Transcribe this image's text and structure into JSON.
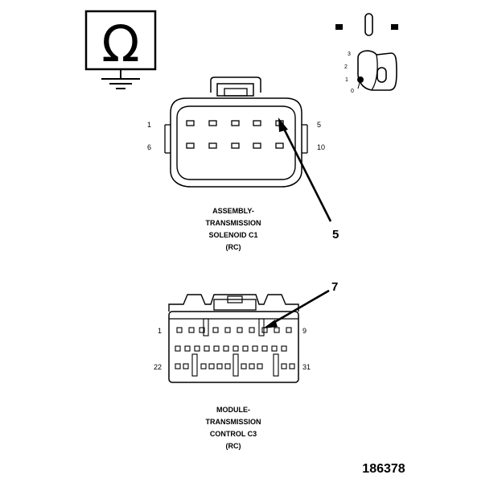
{
  "ohmmeter": {
    "symbol": "Ω"
  },
  "ignition_key": {
    "positions": [
      "3",
      "2",
      "1",
      "0"
    ]
  },
  "connector_c1": {
    "pin_first_top": "1",
    "pin_last_top": "5",
    "pin_first_bottom": "6",
    "pin_last_bottom": "10",
    "label_lines": [
      "ASSEMBLY-",
      "TRANSMISSION",
      "SOLENOID C1",
      "(RC)"
    ]
  },
  "connector_c3": {
    "pin_first_top": "1",
    "pin_last_top": "9",
    "pin_first_bottom": "22",
    "pin_last_bottom": "31",
    "label_lines": [
      "MODULE-",
      "TRANSMISSION",
      "CONTROL C3",
      "(RC)"
    ]
  },
  "callouts": {
    "c1_pin": "5",
    "c3_pin": "7"
  },
  "figure_number": "186378"
}
